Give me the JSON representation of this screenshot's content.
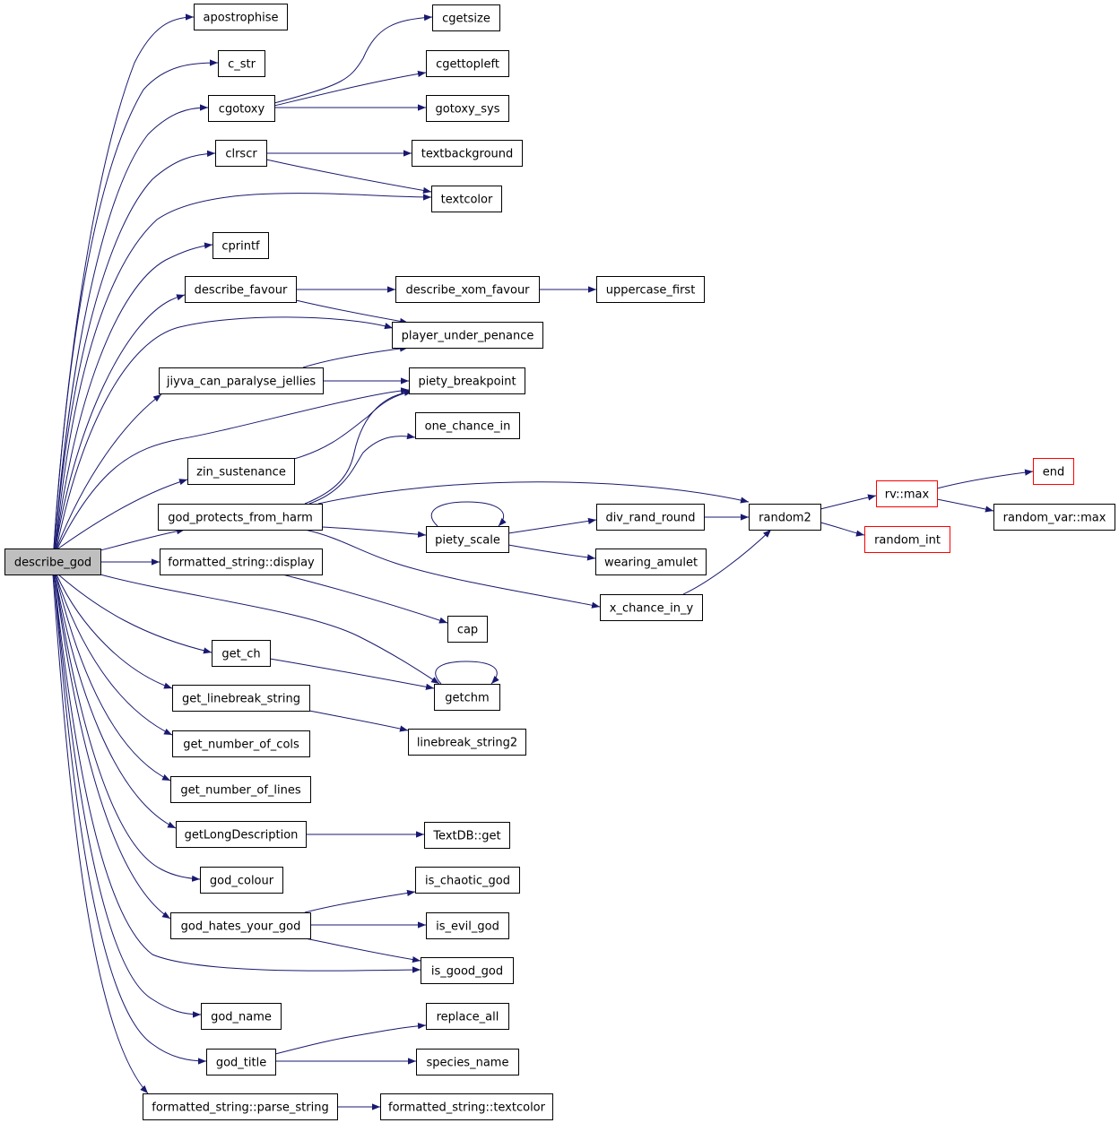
{
  "colors": {
    "edge": "#191970",
    "node_border": "#000000",
    "node_fill": "#ffffff",
    "root_fill": "#bfbfbf",
    "truncated_border": "#ff0000"
  },
  "nodes": [
    {
      "id": "describe_god",
      "label": "describe_god",
      "root": true
    },
    {
      "id": "apostrophise",
      "label": "apostrophise"
    },
    {
      "id": "c_str",
      "label": "c_str"
    },
    {
      "id": "cgotoxy",
      "label": "cgotoxy"
    },
    {
      "id": "cgetsize",
      "label": "cgetsize"
    },
    {
      "id": "cgettopleft",
      "label": "cgettopleft"
    },
    {
      "id": "gotoxy_sys",
      "label": "gotoxy_sys"
    },
    {
      "id": "clrscr",
      "label": "clrscr"
    },
    {
      "id": "textbackground",
      "label": "textbackground"
    },
    {
      "id": "textcolor",
      "label": "textcolor"
    },
    {
      "id": "cprintf",
      "label": "cprintf"
    },
    {
      "id": "describe_favour",
      "label": "describe_favour"
    },
    {
      "id": "describe_xom_favour",
      "label": "describe_xom_favour"
    },
    {
      "id": "uppercase_first",
      "label": "uppercase_first"
    },
    {
      "id": "player_under_penance",
      "label": "player_under_penance"
    },
    {
      "id": "jiyva_can_paralyse_jellies",
      "label": "jiyva_can_paralyse_jellies"
    },
    {
      "id": "piety_breakpoint",
      "label": "piety_breakpoint"
    },
    {
      "id": "one_chance_in",
      "label": "one_chance_in"
    },
    {
      "id": "zin_sustenance",
      "label": "zin_sustenance"
    },
    {
      "id": "god_protects_from_harm",
      "label": "god_protects_from_harm"
    },
    {
      "id": "end",
      "label": "end",
      "truncated": true
    },
    {
      "id": "rv_max",
      "label": "rv::max",
      "truncated": true
    },
    {
      "id": "random2",
      "label": "random2"
    },
    {
      "id": "random_var_max",
      "label": "random_var::max"
    },
    {
      "id": "piety_scale",
      "label": "piety_scale"
    },
    {
      "id": "div_rand_round",
      "label": "div_rand_round"
    },
    {
      "id": "random_int",
      "label": "random_int",
      "truncated": true
    },
    {
      "id": "fs_display",
      "label": "formatted_string::display"
    },
    {
      "id": "wearing_amulet",
      "label": "wearing_amulet"
    },
    {
      "id": "x_chance_in_y",
      "label": "x_chance_in_y"
    },
    {
      "id": "cap",
      "label": "cap"
    },
    {
      "id": "get_ch",
      "label": "get_ch"
    },
    {
      "id": "getchm",
      "label": "getchm"
    },
    {
      "id": "get_linebreak_string",
      "label": "get_linebreak_string"
    },
    {
      "id": "linebreak_string2",
      "label": "linebreak_string2"
    },
    {
      "id": "get_number_of_cols",
      "label": "get_number_of_cols"
    },
    {
      "id": "get_number_of_lines",
      "label": "get_number_of_lines"
    },
    {
      "id": "getLongDescription",
      "label": "getLongDescription"
    },
    {
      "id": "TextDB_get",
      "label": "TextDB::get"
    },
    {
      "id": "god_colour",
      "label": "god_colour"
    },
    {
      "id": "is_chaotic_god",
      "label": "is_chaotic_god"
    },
    {
      "id": "god_hates_your_god",
      "label": "god_hates_your_god"
    },
    {
      "id": "is_evil_god",
      "label": "is_evil_god"
    },
    {
      "id": "is_good_god",
      "label": "is_good_god"
    },
    {
      "id": "god_name",
      "label": "god_name"
    },
    {
      "id": "replace_all",
      "label": "replace_all"
    },
    {
      "id": "god_title",
      "label": "god_title"
    },
    {
      "id": "species_name",
      "label": "species_name"
    },
    {
      "id": "fs_parse_string",
      "label": "formatted_string::parse_string"
    },
    {
      "id": "fs_textcolor",
      "label": "formatted_string::textcolor"
    }
  ],
  "edges": [
    [
      "describe_god",
      "apostrophise"
    ],
    [
      "describe_god",
      "c_str"
    ],
    [
      "describe_god",
      "cgotoxy"
    ],
    [
      "describe_god",
      "clrscr"
    ],
    [
      "describe_god",
      "textcolor"
    ],
    [
      "describe_god",
      "cprintf"
    ],
    [
      "describe_god",
      "describe_favour"
    ],
    [
      "describe_god",
      "player_under_penance"
    ],
    [
      "describe_god",
      "jiyva_can_paralyse_jellies"
    ],
    [
      "describe_god",
      "piety_breakpoint"
    ],
    [
      "describe_god",
      "zin_sustenance"
    ],
    [
      "describe_god",
      "god_protects_from_harm"
    ],
    [
      "describe_god",
      "fs_display"
    ],
    [
      "describe_god",
      "getchm"
    ],
    [
      "describe_god",
      "get_ch"
    ],
    [
      "describe_god",
      "get_linebreak_string"
    ],
    [
      "describe_god",
      "get_number_of_cols"
    ],
    [
      "describe_god",
      "get_number_of_lines"
    ],
    [
      "describe_god",
      "getLongDescription"
    ],
    [
      "describe_god",
      "god_colour"
    ],
    [
      "describe_god",
      "god_hates_your_god"
    ],
    [
      "describe_god",
      "is_good_god"
    ],
    [
      "describe_god",
      "god_name"
    ],
    [
      "describe_god",
      "god_title"
    ],
    [
      "describe_god",
      "fs_parse_string"
    ],
    [
      "cgotoxy",
      "cgetsize"
    ],
    [
      "cgotoxy",
      "cgettopleft"
    ],
    [
      "cgotoxy",
      "gotoxy_sys"
    ],
    [
      "clrscr",
      "textbackground"
    ],
    [
      "clrscr",
      "textcolor"
    ],
    [
      "describe_favour",
      "describe_xom_favour"
    ],
    [
      "describe_favour",
      "player_under_penance"
    ],
    [
      "describe_xom_favour",
      "uppercase_first"
    ],
    [
      "jiyva_can_paralyse_jellies",
      "player_under_penance"
    ],
    [
      "jiyva_can_paralyse_jellies",
      "piety_breakpoint"
    ],
    [
      "zin_sustenance",
      "piety_breakpoint"
    ],
    [
      "god_protects_from_harm",
      "piety_breakpoint"
    ],
    [
      "god_protects_from_harm",
      "one_chance_in"
    ],
    [
      "god_protects_from_harm",
      "random2"
    ],
    [
      "god_protects_from_harm",
      "piety_scale"
    ],
    [
      "god_protects_from_harm",
      "x_chance_in_y"
    ],
    [
      "piety_scale",
      "piety_scale"
    ],
    [
      "piety_scale",
      "div_rand_round"
    ],
    [
      "piety_scale",
      "wearing_amulet"
    ],
    [
      "div_rand_round",
      "random2"
    ],
    [
      "x_chance_in_y",
      "random2"
    ],
    [
      "random2",
      "rv_max"
    ],
    [
      "random2",
      "random_int"
    ],
    [
      "rv_max",
      "end"
    ],
    [
      "rv_max",
      "random_var_max"
    ],
    [
      "fs_display",
      "cap"
    ],
    [
      "get_ch",
      "getchm"
    ],
    [
      "getchm",
      "getchm"
    ],
    [
      "get_linebreak_string",
      "linebreak_string2"
    ],
    [
      "getLongDescription",
      "TextDB_get"
    ],
    [
      "god_hates_your_god",
      "is_chaotic_god"
    ],
    [
      "god_hates_your_god",
      "is_evil_god"
    ],
    [
      "god_hates_your_god",
      "is_good_god"
    ],
    [
      "god_title",
      "replace_all"
    ],
    [
      "god_title",
      "species_name"
    ],
    [
      "fs_parse_string",
      "fs_textcolor"
    ]
  ]
}
